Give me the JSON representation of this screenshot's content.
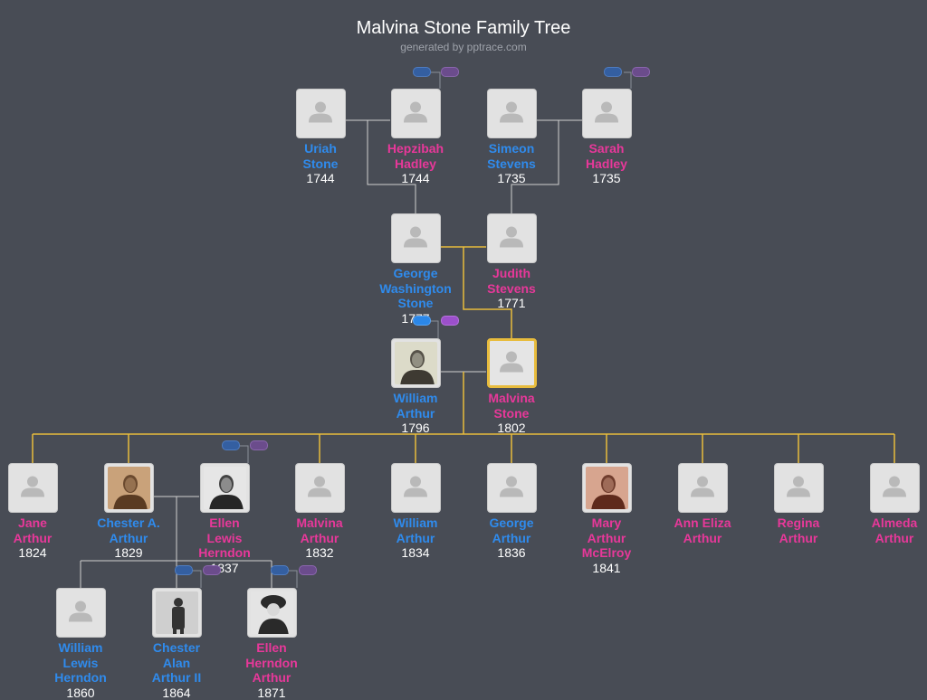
{
  "header": {
    "title": "Malvina Stone Family Tree",
    "subtitle": "generated by pptrace.com"
  },
  "colors": {
    "male": "#2f8bed",
    "female": "#e8389a",
    "highlight": "#e8bc3d",
    "line": "#d0d0d0",
    "background": "#484c55"
  },
  "people": {
    "uriah": {
      "name": [
        "Uriah",
        "Stone"
      ],
      "year": "1744",
      "gender": "m"
    },
    "hepzibah": {
      "name": [
        "Hepzibah",
        "Hadley"
      ],
      "year": "1744",
      "gender": "f"
    },
    "simeon": {
      "name": [
        "Simeon",
        "Stevens"
      ],
      "year": "1735",
      "gender": "m"
    },
    "sarah": {
      "name": [
        "Sarah",
        "Hadley"
      ],
      "year": "1735",
      "gender": "f"
    },
    "george_ws": {
      "name": [
        "George",
        "Washington",
        "Stone"
      ],
      "year": "1777",
      "gender": "m"
    },
    "judith": {
      "name": [
        "Judith",
        "Stevens"
      ],
      "year": "1771",
      "gender": "f"
    },
    "william": {
      "name": [
        "William",
        "Arthur"
      ],
      "year": "1796",
      "gender": "m",
      "photo": "portrait-man"
    },
    "malvina": {
      "name": [
        "Malvina",
        "Stone"
      ],
      "year": "1802",
      "gender": "f",
      "selected": true
    },
    "jane": {
      "name": [
        "Jane",
        "Arthur"
      ],
      "year": "1824",
      "gender": "f"
    },
    "chester": {
      "name": [
        "Chester A.",
        "Arthur"
      ],
      "year": "1829",
      "gender": "m",
      "photo": "portrait-sepia-man"
    },
    "ellen_lh": {
      "name": [
        "Ellen",
        "Lewis",
        "Herndon"
      ],
      "year": "1837",
      "gender": "f",
      "photo": "portrait-woman"
    },
    "malvina_a": {
      "name": [
        "Malvina",
        "Arthur"
      ],
      "year": "1832",
      "gender": "f"
    },
    "william_a": {
      "name": [
        "William",
        "Arthur"
      ],
      "year": "1834",
      "gender": "m"
    },
    "george_a": {
      "name": [
        "George",
        "Arthur"
      ],
      "year": "1836",
      "gender": "m"
    },
    "mary": {
      "name": [
        "Mary",
        "Arthur",
        "McElroy"
      ],
      "year": "1841",
      "gender": "f",
      "photo": "portrait-sepia-woman"
    },
    "ann_eliza": {
      "name": [
        "Ann Eliza",
        "Arthur"
      ],
      "year": "",
      "gender": "f"
    },
    "regina": {
      "name": [
        "Regina",
        "Arthur"
      ],
      "year": "",
      "gender": "f"
    },
    "almeda": {
      "name": [
        "Almeda",
        "Arthur"
      ],
      "year": "",
      "gender": "f"
    },
    "william_lh": {
      "name": [
        "William",
        "Lewis",
        "Herndon"
      ],
      "year": "1860",
      "gender": "m"
    },
    "chester_ii": {
      "name": [
        "Chester",
        "Alan",
        "Arthur II"
      ],
      "year": "1864",
      "gender": "m",
      "photo": "portrait-man-standing"
    },
    "ellen_ha": {
      "name": [
        "Ellen",
        "Herndon",
        "Arthur"
      ],
      "year": "1871",
      "gender": "f",
      "photo": "portrait-woman-hat"
    }
  }
}
